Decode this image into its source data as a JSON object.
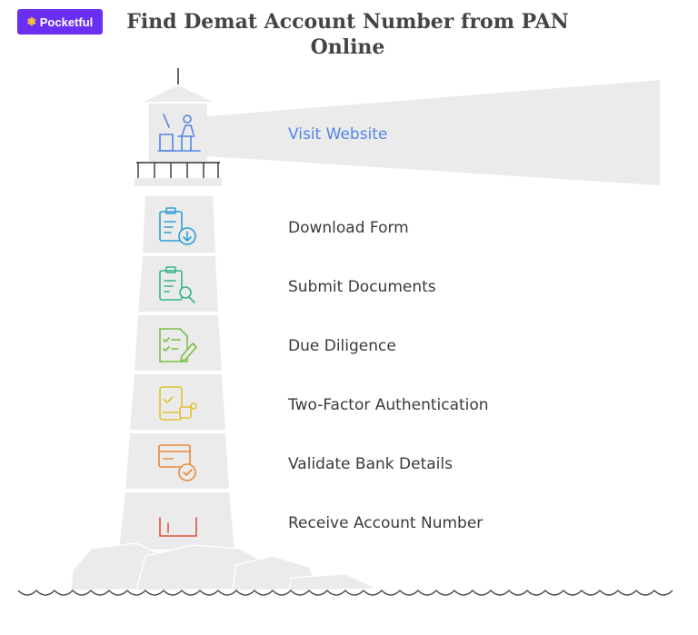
{
  "brand": {
    "name": "Pocketful",
    "accent": "#6b2ff3"
  },
  "title": "Find Demat Account Number from PAN Online",
  "steps": [
    {
      "label": "Visit Website",
      "icon": "person-at-desk-icon",
      "color": "#4f86e6"
    },
    {
      "label": "Download Form",
      "icon": "clipboard-download-icon",
      "color": "#2e9fd8"
    },
    {
      "label": "Submit Documents",
      "icon": "clipboard-search-icon",
      "color": "#35b58a"
    },
    {
      "label": "Due Diligence",
      "icon": "checklist-pen-icon",
      "color": "#7cbf45"
    },
    {
      "label": "Two-Factor Authentication",
      "icon": "phone-key-icon",
      "color": "#e2c232"
    },
    {
      "label": "Validate Bank Details",
      "icon": "card-check-icon",
      "color": "#e8893a"
    },
    {
      "label": "Receive Account Number",
      "icon": "account-number-icon",
      "color": "#e0533e"
    }
  ]
}
